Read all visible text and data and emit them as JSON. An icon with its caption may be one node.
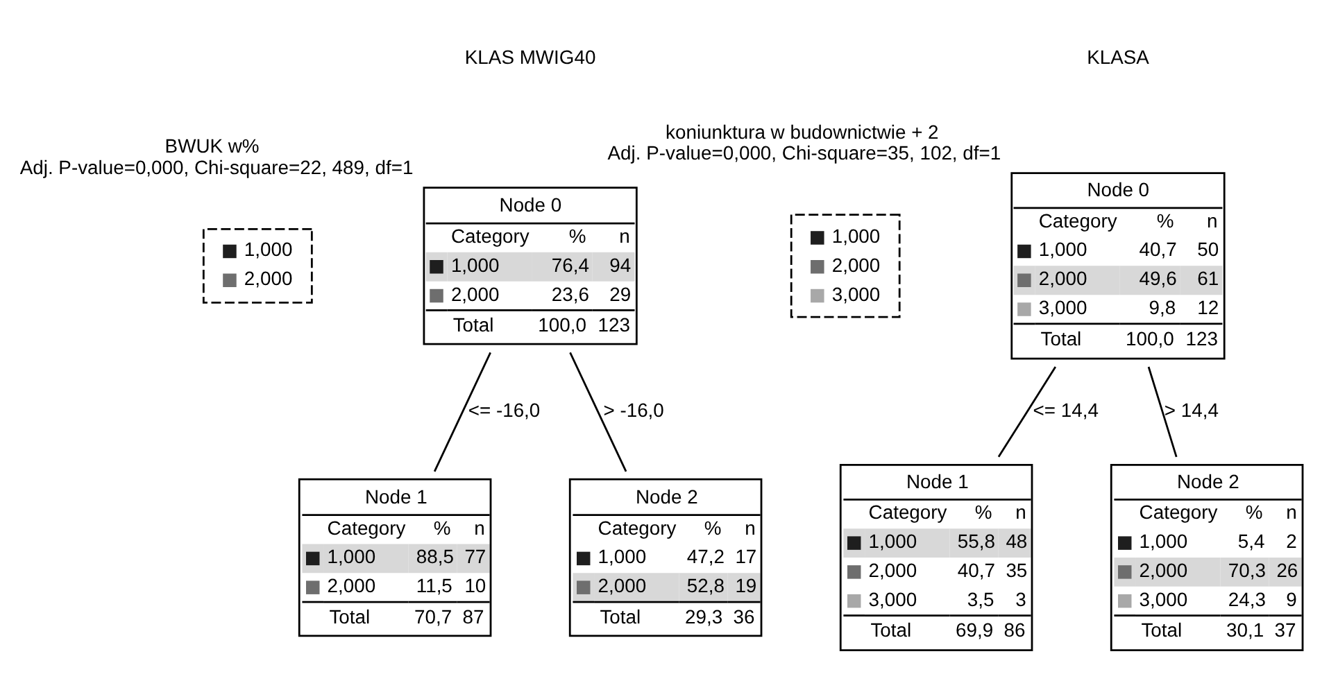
{
  "diagram": {
    "nodes": [
      {
        "text": [
          "Node 0",
          "Category",
          "%",
          "n",
          "1,000",
          "76,4",
          "94",
          "2,000",
          "23,6",
          "29",
          "Total",
          "100,0",
          "123"
        ],
        "beside": [
          "BWUK w%",
          "Adj. P-value=0,000, Chi-square=22, 489, df=1"
        ]
      },
      {
        "text": [
          "Node 1",
          "Category",
          "%",
          "n",
          "1,000",
          "88,5",
          "77",
          "2,000",
          "11,5",
          "10",
          "Total",
          "70,7",
          "87"
        ]
      },
      {
        "text": [
          "Node 2",
          "Category",
          "%",
          "n",
          "1,000",
          "47,2",
          "17",
          "2,000",
          "52,8",
          "19",
          "Total",
          "29,3",
          "36"
        ]
      },
      {
        "text": [
          "Node 0",
          "Category",
          "%",
          "n",
          "1,000",
          "40,7",
          "50",
          "2,000",
          "49,6",
          "61",
          "3,000",
          "9,8",
          "12",
          "Total",
          "100,0",
          "123"
        ],
        "beside": [
          "koniunktura w budownictwie + 2",
          "Adj. P-value=0,000, Chi-square=35, 102, df=1"
        ]
      },
      {
        "text": [
          "Node 1",
          "Category",
          "%",
          "n",
          "1,000",
          "55,8",
          "48",
          "2,000",
          "40,7",
          "35",
          "3,000",
          "3,5",
          "3",
          "Total",
          "69,9",
          "86"
        ]
      },
      {
        "text": [
          "Node 2",
          "Category",
          "%",
          "n",
          "1,000",
          "5,4",
          "2",
          "2,000",
          "70,3",
          "26",
          "3,000",
          "24,3",
          "9",
          "Total",
          "30,1",
          "37"
        ]
      }
    ],
    "edges": [
      {
        "from": 0,
        "to": 1,
        "arrow": "none",
        "label": "<= -16,0"
      },
      {
        "from": 0,
        "to": 2,
        "arrow": "none",
        "label": "> -16,0"
      },
      {
        "from": 3,
        "to": 4,
        "arrow": "none",
        "label": "<= 14,4"
      },
      {
        "from": 3,
        "to": 5,
        "arrow": "none",
        "label": "> 14,4"
      }
    ],
    "labels": [
      "KLAS MWIG40",
      "KLASA"
    ],
    "legend": [
      {
        "text": "1,000",
        "color": "#1e1e1e"
      },
      {
        "text": "2,000",
        "color": "#6e6e6e"
      },
      {
        "text": "1,000",
        "color": "#1e1e1e"
      },
      {
        "text": "2,000",
        "color": "#6e6e6e"
      },
      {
        "text": "3,000",
        "color": "#a8a8a8"
      }
    ]
  }
}
